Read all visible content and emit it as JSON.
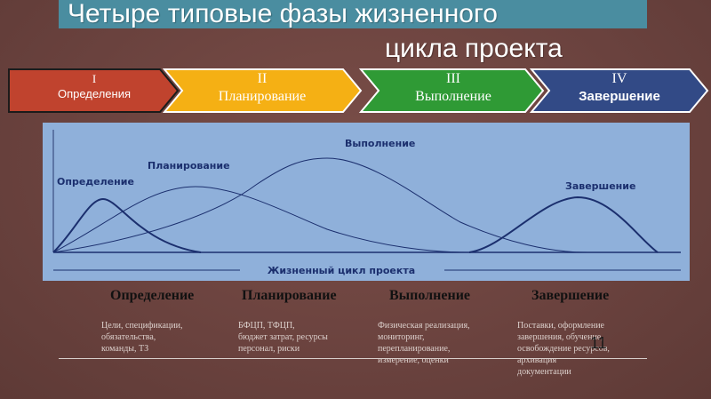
{
  "slide": {
    "title_line1": "Четыре типовые фазы жизненного",
    "title_line2": "цикла проекта",
    "page_number": "11"
  },
  "phases": [
    {
      "numeral": "I",
      "name": "Определения",
      "color": "#c0432e",
      "text_color": "#ffffff"
    },
    {
      "numeral": "II",
      "name": "Планирование",
      "color": "#f5b014",
      "text_color": "#ffffff"
    },
    {
      "numeral": "III",
      "name": "Выполнение",
      "color": "#2f9a35",
      "text_color": "#ffffff"
    },
    {
      "numeral": "IV",
      "name": "Завершение",
      "color": "#324a86",
      "text_color": "#ffffff"
    }
  ],
  "diagram": {
    "curve_labels": [
      "Определение",
      "Планирование",
      "Выполнение",
      "Завершение"
    ],
    "axis_label": "Жизненный цикл проекта",
    "background_color": "#8fb0da",
    "curve_color": "#1b2f6e"
  },
  "columns": [
    {
      "heading": "Определение",
      "text": "Цели, спецификации,\nобязательства,\nкоманды, ТЗ"
    },
    {
      "heading": "Планирование",
      "text": "БФЦП, ТФЦП,\nбюджет затрат, ресурсы\nперсонал, риски"
    },
    {
      "heading": "Выполнение",
      "text": "Физическая реализация,\nмониторинг,\nперепланирование,\nизмерение, оценки"
    },
    {
      "heading": "Завершение",
      "text": "Поставки, оформление\nзавершения, обучение,\nосвобождение ресурсов,\nархивация\nдокументации"
    }
  ]
}
